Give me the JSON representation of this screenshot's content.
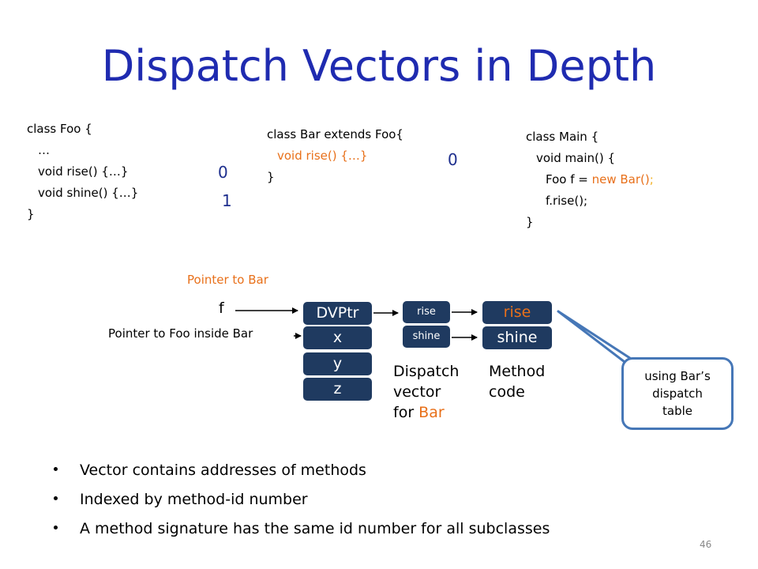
{
  "title": "Dispatch Vectors in Depth",
  "code_foo": [
    "class Foo {",
    "…",
    "void rise() {…}",
    "void shine() {…}",
    "}"
  ],
  "foo_indices": [
    "0",
    "1"
  ],
  "code_bar": [
    "class Bar extends Foo{",
    "void rise() {…}",
    "}"
  ],
  "bar_index": "0",
  "code_main": {
    "line1": "class Main {",
    "line2": "void main() {",
    "line3_pre": "Foo f = ",
    "line3_new": "new Bar()",
    "line3_semi": ";",
    "line4": "f.rise();",
    "line5": "}"
  },
  "diagram": {
    "pointer_to_bar": "Pointer to Bar",
    "pointer_to_foo": "Pointer to Foo inside Bar",
    "var_f": "f",
    "object_fields": [
      "DVPtr",
      "x",
      "y",
      "z"
    ],
    "dispatch_vector": [
      "rise",
      "shine"
    ],
    "method_code": [
      "rise",
      "shine"
    ],
    "dispatch_label": [
      "Dispatch",
      "vector",
      "for "
    ],
    "dispatch_label_bar": "Bar",
    "method_label": [
      "Method",
      "code"
    ],
    "callout": [
      "using Bar’s",
      "dispatch",
      "table"
    ]
  },
  "bullets": [
    "Vector contains addresses of methods",
    "Indexed by method-id number",
    "A method signature has the same id number for all subclasses"
  ],
  "page_number": "46",
  "colors": {
    "title": "#1f2bb0",
    "accent": "#e8701a",
    "box": "#1f3a60",
    "callout_border": "#4677b7"
  }
}
